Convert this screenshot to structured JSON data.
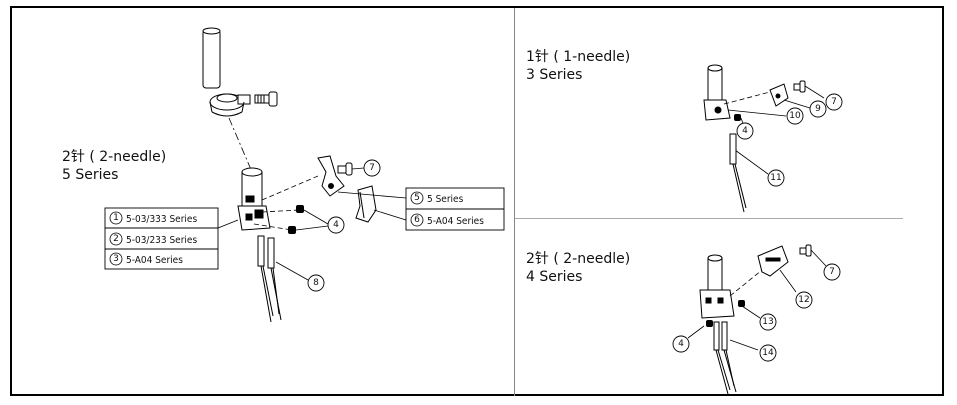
{
  "panels": {
    "left": {
      "title_line1": "2针 ( 2-needle)",
      "title_line2": "5 Series"
    },
    "top_right": {
      "title_line1": "1针 ( 1-needle)",
      "title_line2": "3 Series"
    },
    "bottom_right": {
      "title_line1": "2针 ( 2-needle)",
      "title_line2": "4 Series"
    }
  },
  "legend_left": [
    {
      "num": "1",
      "text": "5-03/333 Series"
    },
    {
      "num": "2",
      "text": "5-03/233 Series"
    },
    {
      "num": "3",
      "text": "5-A04 Series"
    }
  ],
  "legend_right": [
    {
      "num": "5",
      "text": "5 Series"
    },
    {
      "num": "6",
      "text": "5-A04 Series"
    }
  ],
  "callouts": {
    "left_7": "7",
    "left_4": "4",
    "left_8": "8",
    "tr_7": "7",
    "tr_9": "9",
    "tr_10": "10",
    "tr_4": "4",
    "tr_11": "11",
    "br_7": "7",
    "br_12": "12",
    "br_13": "13",
    "br_4": "4",
    "br_14": "14"
  }
}
